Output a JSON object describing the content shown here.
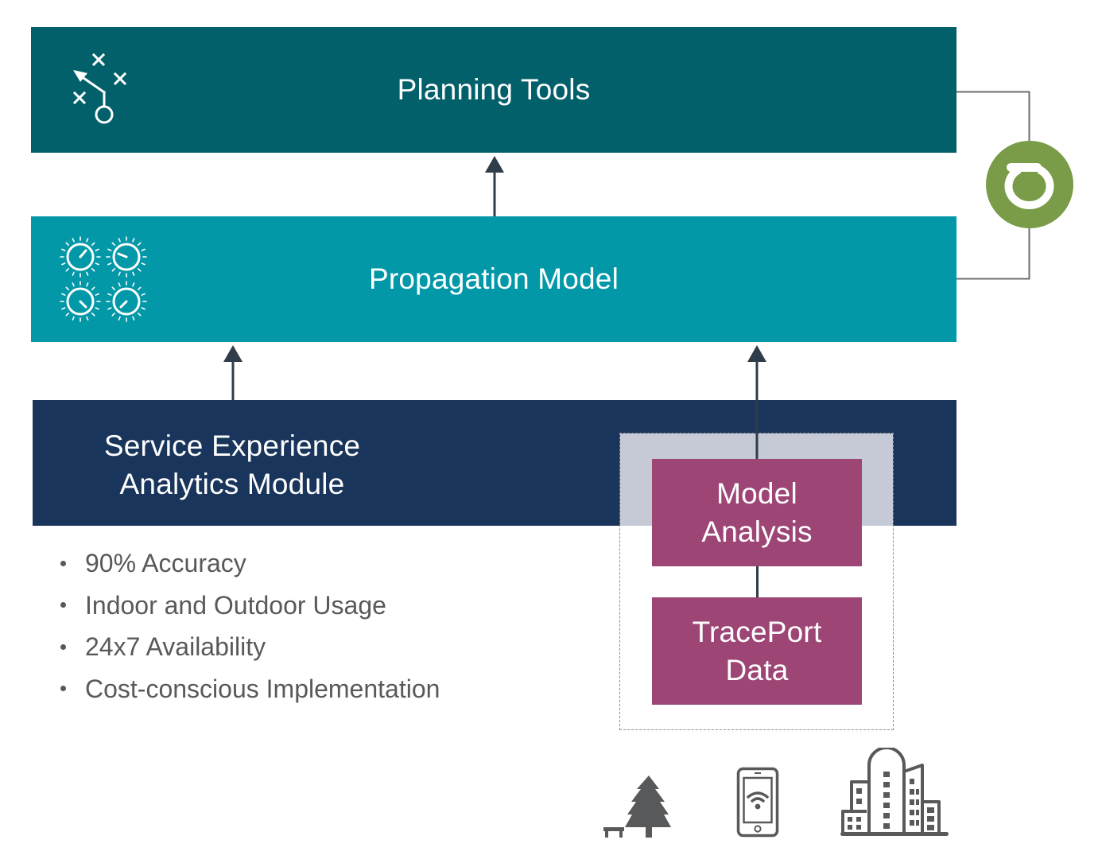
{
  "diagram": {
    "boxes": {
      "planning_tools": {
        "label": "Planning Tools",
        "color": "#02606A",
        "icon": "play-diagram-icon"
      },
      "propagation_model": {
        "label": "Propagation Model",
        "color": "#0298A8",
        "icon": "dials-icon"
      },
      "service_experience": {
        "label_line1": "Service Experience",
        "label_line2": "Analytics Module",
        "color": "#1A355B"
      },
      "model_analysis": {
        "label_line1": "Model",
        "label_line2": "Analysis",
        "color": "#9D4676"
      },
      "traceport_data": {
        "label_line1": "TracePort",
        "label_line2": "Data",
        "color": "#9D4676"
      }
    },
    "feedback_loop": {
      "icon": "loop-circle-icon",
      "color": "#7A9B48"
    },
    "features": [
      "90% Accuracy",
      "Indoor and Outdoor Usage",
      "24x7 Availability",
      "Cost-conscious Implementation"
    ],
    "sources": [
      {
        "icon": "tree-bench-icon",
        "meaning": "outdoor"
      },
      {
        "icon": "smartphone-wifi-icon",
        "meaning": "mobile"
      },
      {
        "icon": "city-buildings-icon",
        "meaning": "urban"
      }
    ],
    "edges": [
      {
        "from": "propagation_model",
        "to": "planning_tools"
      },
      {
        "from": "service_experience",
        "to": "propagation_model"
      },
      {
        "from": "model_analysis",
        "to": "propagation_model"
      },
      {
        "from": "traceport_data",
        "to": "model_analysis"
      },
      {
        "from": "planning_tools",
        "to": "propagation_model",
        "type": "feedback-loop"
      }
    ]
  }
}
